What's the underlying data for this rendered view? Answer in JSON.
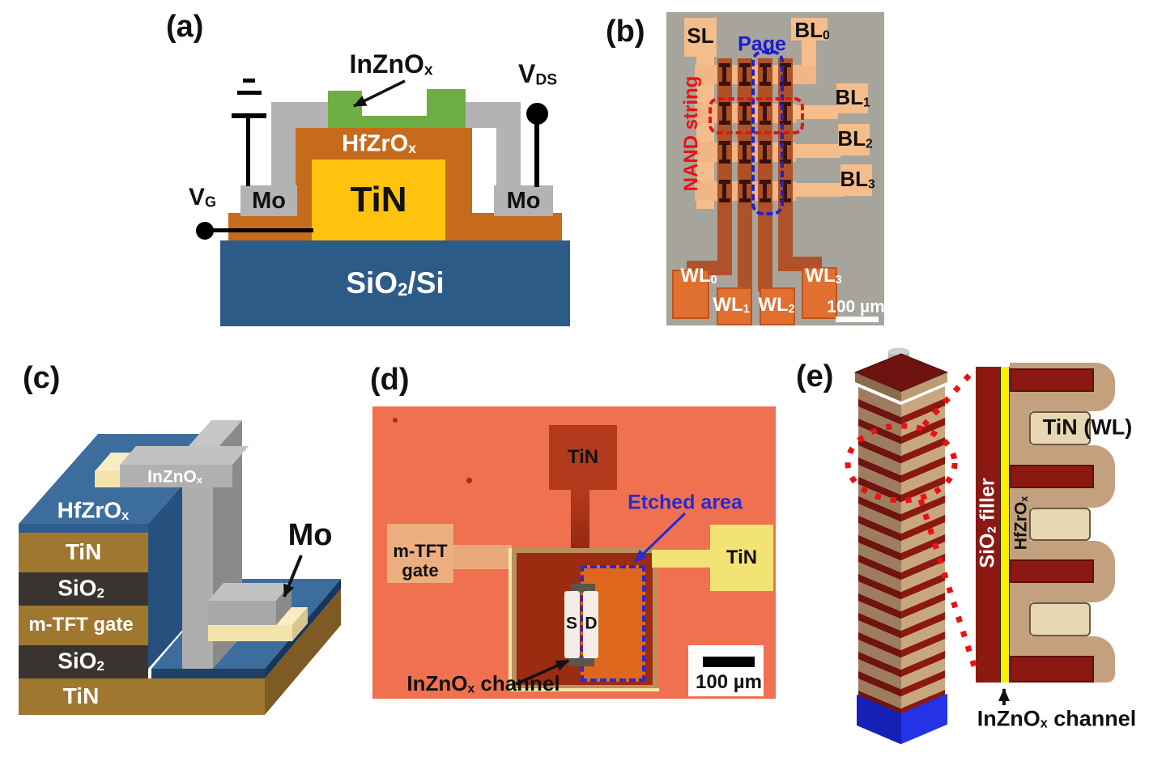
{
  "colors": {
    "panel_a": {
      "substrate_blue": "#2D5B88",
      "ferroelectric_orange": "#C66A1B",
      "tin_yellow": "#FFC30F",
      "mo_gray": "#B3B3B3",
      "channel_green": "#6FAE44"
    },
    "panel_b": {
      "photo_bg": "#A7A49B",
      "pad_peach": "#F5BD8C",
      "string_brown": "#AE5127",
      "device_dark": "#3A110B",
      "wl_pad_orange": "#E0702F",
      "page_blue": "#1B1BD0",
      "nand_red": "#E91212"
    },
    "panel_c": {
      "hfzrox_blue": "#3D6D9C",
      "tin_brown": "#A0772F",
      "sio2_dark": "#3A3430",
      "inznox_gray": "#AEAEAE",
      "mo_cream": "#F3E4AC"
    },
    "panel_d": {
      "photo_bg": "#F0714F",
      "tin_pad_red": "#B43A1D",
      "gate_pad_peach": "#ECAE7E",
      "tin_pad_yellow": "#F3E375",
      "etched_orange": "#DF671D",
      "center_maroon": "#9C2C10",
      "dash_blue": "#2A2AD0"
    },
    "panel_e": {
      "sio2_red": "#8C1812",
      "channel_yellow": "#FBF000",
      "hfzrox_tan": "#C3A17F",
      "tin_cream": "#E6D7B2",
      "base_blue": "#1C2BD0",
      "dot_red": "#EA1111"
    }
  },
  "panel_a": {
    "label": "(a)",
    "inznox": {
      "pre": "InZnO",
      "sub": "x"
    },
    "vds": {
      "pre": "V",
      "sub": "DS"
    },
    "vg": {
      "pre": "V",
      "sub": "G"
    },
    "hfzrox": {
      "pre": "HfZrO",
      "sub": "x"
    },
    "tin": "TiN",
    "mo_left": "Mo",
    "mo_right": "Mo",
    "substrate": {
      "pre": "SiO",
      "sub": "2",
      "post": "/Si"
    }
  },
  "panel_b": {
    "label": "(b)",
    "sl": "SL",
    "page": "Page",
    "nand_string": "NAND string",
    "bl0": {
      "pre": "BL",
      "sub": "0"
    },
    "bl1": {
      "pre": "BL",
      "sub": "1"
    },
    "bl2": {
      "pre": "BL",
      "sub": "2"
    },
    "bl3": {
      "pre": "BL",
      "sub": "3"
    },
    "wl0": {
      "pre": "WL",
      "sub": "0"
    },
    "wl1": {
      "pre": "WL",
      "sub": "1"
    },
    "wl2": {
      "pre": "WL",
      "sub": "2"
    },
    "wl3": {
      "pre": "WL",
      "sub": "3"
    },
    "scale": "100 µm"
  },
  "panel_c": {
    "label": "(c)",
    "hfzrox": {
      "pre": "HfZrO",
      "sub": "x"
    },
    "inznox": {
      "pre": "InZnO",
      "sub": "x"
    },
    "tin_top": "TiN",
    "sio2_a": {
      "pre": "SiO",
      "sub": "2"
    },
    "mtft_gate": "m-TFT gate",
    "sio2_b": {
      "pre": "SiO",
      "sub": "2"
    },
    "tin_bottom": "TiN",
    "mo": "Mo"
  },
  "panel_d": {
    "label": "(d)",
    "tin_top": "TiN",
    "tin_right": "TiN",
    "mtft_line1": "m-TFT",
    "mtft_line2": "gate",
    "etched_area": "Etched area",
    "source": "S",
    "drain": "D",
    "channel": {
      "pre": "InZnO",
      "sub": "x",
      "post": " channel"
    },
    "scale": "100 µm"
  },
  "panel_e": {
    "label": "(e)",
    "tin_wl": "TiN (WL)",
    "sio2_filler": {
      "pre": "SiO",
      "sub": "2",
      "post": " filler"
    },
    "hfzrox": {
      "pre": "HfZrO",
      "sub": "x"
    },
    "channel": {
      "pre": "InZnO",
      "sub": "x",
      "post": " channel"
    }
  }
}
